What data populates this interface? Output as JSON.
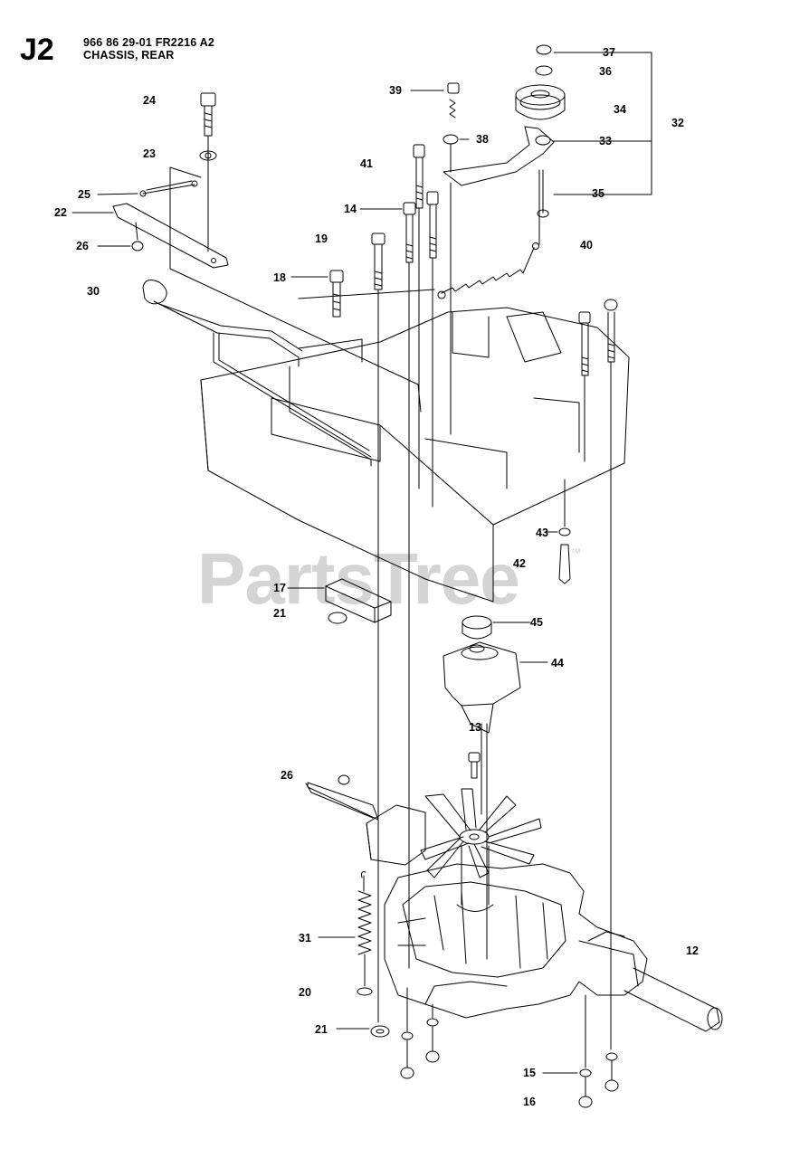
{
  "header": {
    "code": "J2",
    "line1": "966 86 29-01 FR2216 A2",
    "line2": "CHASSIS, REAR"
  },
  "watermark": {
    "text": "PartsTree",
    "tm": "™",
    "color": "#d4d4d4"
  },
  "callouts": [
    "37",
    "36",
    "34",
    "32",
    "33",
    "35",
    "39",
    "38",
    "41",
    "24",
    "23",
    "25",
    "22",
    "26",
    "14",
    "19",
    "40",
    "18",
    "30",
    "43",
    "42",
    "17",
    "21",
    "45",
    "44",
    "13",
    "26",
    "31",
    "20",
    "21",
    "12",
    "15",
    "16"
  ],
  "colors": {
    "ink": "#000000",
    "paper": "#ffffff"
  }
}
